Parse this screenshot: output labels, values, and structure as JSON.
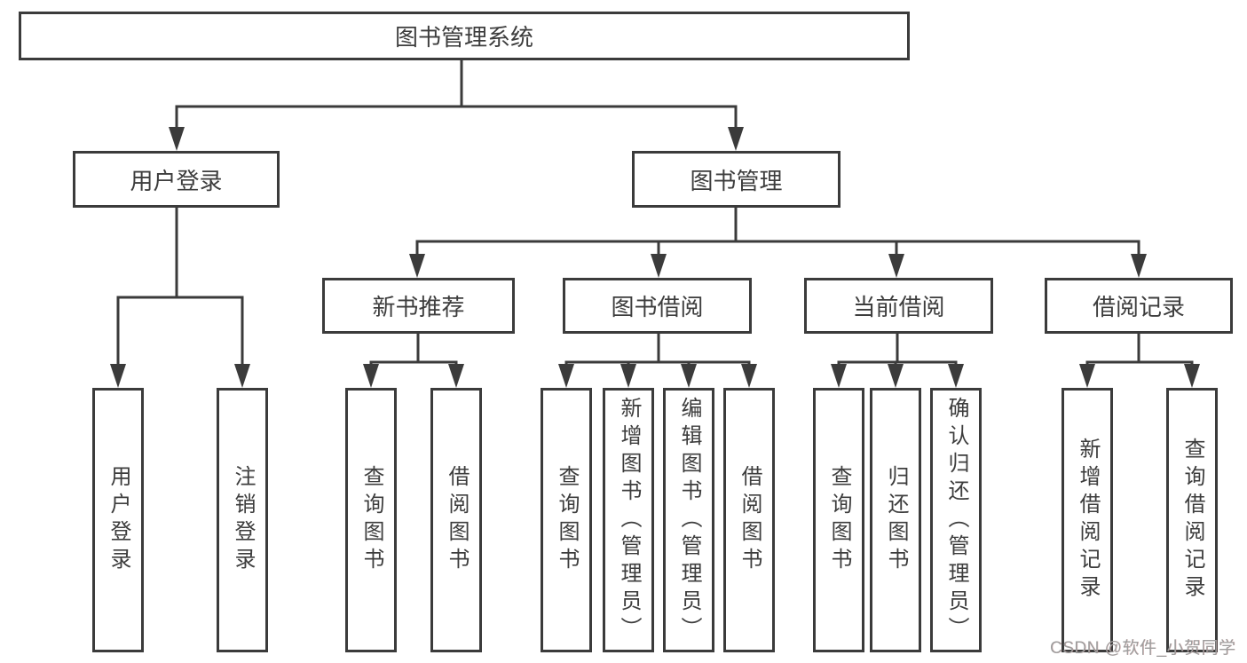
{
  "colors": {
    "line": "#3b3b3b",
    "box_border": "#3b3b3b",
    "text": "#3d3d3d",
    "watermark_text": "#9e9e9e",
    "background": "#ffffff"
  },
  "diagram": {
    "type": "tree",
    "root": {
      "label": "图书管理系统"
    },
    "branches": [
      {
        "label": "用户登录",
        "children": [
          {
            "label": "用户登录"
          },
          {
            "label": "注销登录"
          }
        ]
      },
      {
        "label": "图书管理",
        "children": [
          {
            "label": "新书推荐",
            "children": [
              {
                "label": "查询图书"
              },
              {
                "label": "借阅图书"
              }
            ]
          },
          {
            "label": "图书借阅",
            "children": [
              {
                "label": "查询图书"
              },
              {
                "label": "新增图书（管理员）"
              },
              {
                "label": "编辑图书（管理员）"
              },
              {
                "label": "借阅图书"
              }
            ]
          },
          {
            "label": "当前借阅",
            "children": [
              {
                "label": "查询图书"
              },
              {
                "label": "归还图书"
              },
              {
                "label": "确认归还（管理员）"
              }
            ]
          },
          {
            "label": "借阅记录",
            "children": [
              {
                "label": "新增借阅记录"
              },
              {
                "label": "查询借阅记录"
              }
            ]
          }
        ]
      }
    ]
  },
  "watermark": {
    "label": "CSDN @软件_小贺同学"
  }
}
